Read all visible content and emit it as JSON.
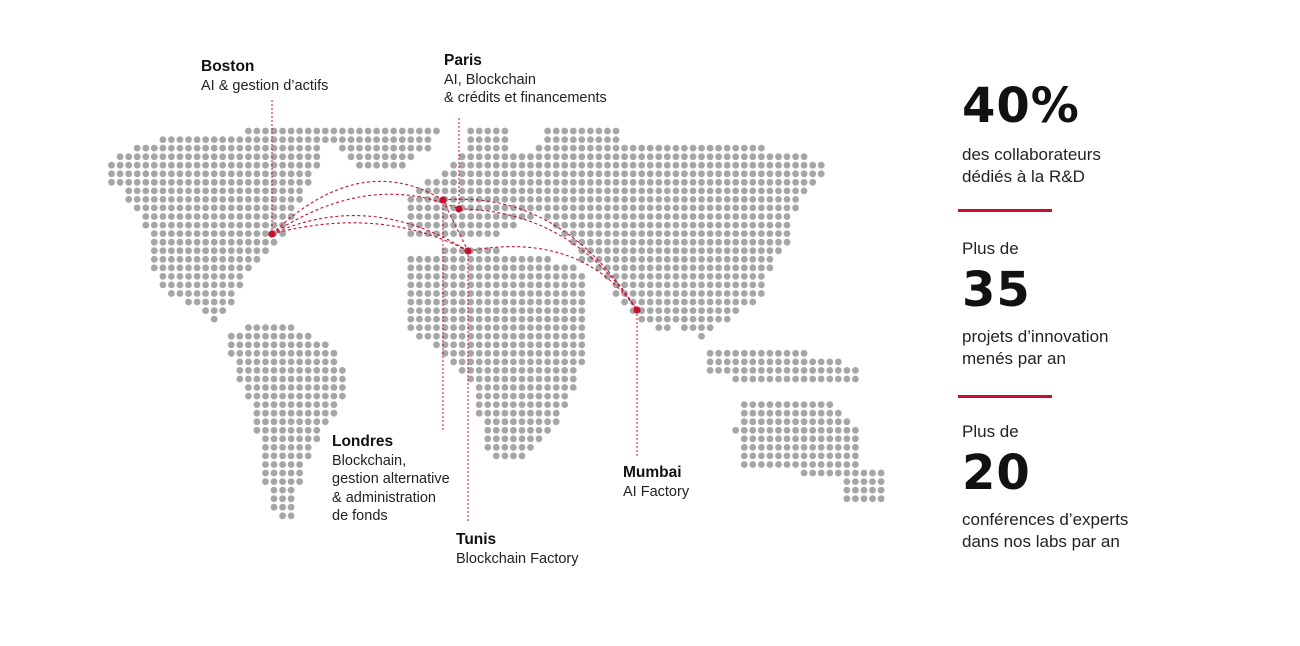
{
  "locations": [
    {
      "id": "boston",
      "city": "Boston",
      "desc": "AI & gestion d’actifs"
    },
    {
      "id": "paris",
      "city": "Paris",
      "desc": "AI, Blockchain\n& crédits et financements"
    },
    {
      "id": "londres",
      "city": "Londres",
      "desc": "Blockchain,\ngestion alternative\n& administration\nde fonds"
    },
    {
      "id": "tunis",
      "city": "Tunis",
      "desc": "Blockchain Factory"
    },
    {
      "id": "mumbai",
      "city": "Mumbai",
      "desc": "AI Factory"
    }
  ],
  "stats": [
    {
      "prefix": "",
      "value": "40%",
      "text": "des collaborateurs\ndédiés à la R&D"
    },
    {
      "prefix": "Plus de",
      "value": "35",
      "text": "projets d’innovation\nmenés par an"
    },
    {
      "prefix": "Plus de",
      "value": "20",
      "text": "conférences d’experts\ndans nos labs par an"
    }
  ],
  "colors": {
    "accent": "#c8102e",
    "dot": "#a6a6a6",
    "text": "#111111"
  }
}
